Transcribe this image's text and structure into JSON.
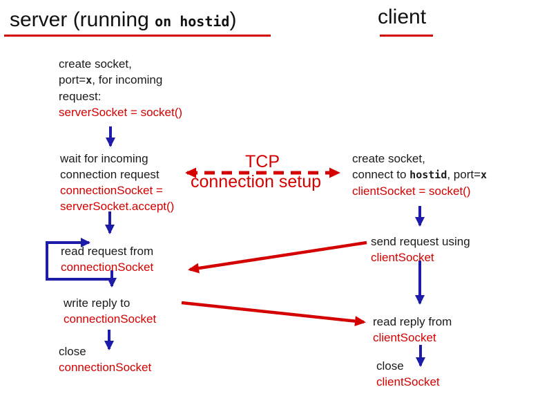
{
  "title_row": {
    "server_heading": {
      "main": "server ",
      "paren_open": "(running ",
      "on": "on ",
      "hostid": "hostid",
      "paren_close": ")"
    },
    "client_heading": "client"
  },
  "tcp_setup_label": {
    "line1": "TCP",
    "line2": "connection setup"
  },
  "server_column": {
    "block1": {
      "line1": "create socket,",
      "line2_pre": "port=",
      "line2_mono": "x",
      "line2_post": ", for incoming",
      "line3": "request:",
      "code": "serverSocket = socket()"
    },
    "block2": {
      "line1": "wait for incoming",
      "line2": "connection request",
      "code1": "connectionSocket =",
      "code2": "serverSocket.accept()"
    },
    "block3": {
      "line1": "read request from",
      "code": "connectionSocket"
    },
    "block4": {
      "line1": "write reply to",
      "code": "connectionSocket"
    },
    "block5": {
      "line1": "close",
      "code": "connectionSocket"
    }
  },
  "client_column": {
    "block1": {
      "line1": "create socket,",
      "line2_pre": "connect to ",
      "line2_mono1": "hostid",
      "line2_mid": ", port=",
      "line2_mono2": "x",
      "code": "clientSocket = socket()"
    },
    "block2": {
      "line1": "send request using",
      "code": "clientSocket"
    },
    "block3": {
      "line1": "read reply from",
      "code": "clientSocket"
    },
    "block4": {
      "line1": "close",
      "code": "clientSocket"
    }
  },
  "colors": {
    "red": "#d40000",
    "blue": "#1c1ca8",
    "text": "#1a1a1a"
  }
}
